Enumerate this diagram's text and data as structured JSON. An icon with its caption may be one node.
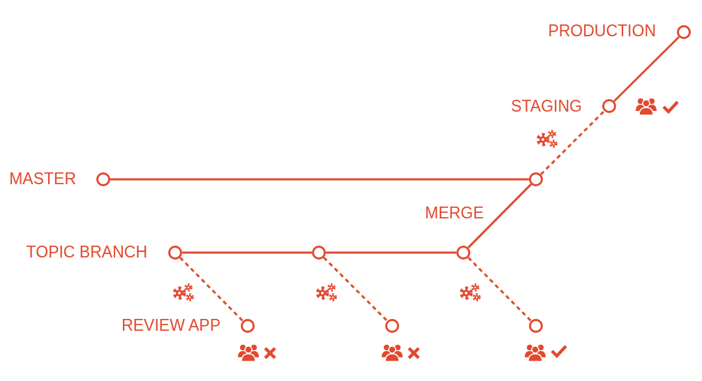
{
  "diagram": {
    "nodes": [
      {
        "text": [],
        "shape": "circle",
        "beside": [
          "PRODUCTION"
        ]
      },
      {
        "text": [],
        "shape": "circle",
        "beside": [
          "STAGING"
        ]
      },
      {
        "text": [],
        "shape": "circle",
        "beside": [
          "MASTER"
        ]
      },
      {
        "text": [],
        "shape": "circle"
      },
      {
        "text": [],
        "shape": "circle",
        "beside": [
          "TOPIC BRANCH"
        ]
      },
      {
        "text": [],
        "shape": "circle"
      },
      {
        "text": [],
        "shape": "circle"
      },
      {
        "text": [],
        "shape": "circle",
        "beside": [
          "REVIEW APP"
        ]
      },
      {
        "text": [],
        "shape": "circle"
      },
      {
        "text": [],
        "shape": "circle"
      }
    ],
    "edges": [
      {
        "from": 2,
        "to": 3,
        "arrow": "none"
      },
      {
        "from": 4,
        "to": 5,
        "arrow": "none"
      },
      {
        "from": 5,
        "to": 6,
        "arrow": "none"
      },
      {
        "from": 6,
        "to": 3,
        "arrow": "none"
      },
      {
        "from": 3,
        "to": 1,
        "arrow": "none",
        "style": "dashed"
      },
      {
        "from": 1,
        "to": 0,
        "arrow": "none"
      },
      {
        "from": 4,
        "to": 7,
        "arrow": "none",
        "style": "dashed"
      },
      {
        "from": 5,
        "to": 8,
        "arrow": "none",
        "style": "dashed"
      },
      {
        "from": 6,
        "to": 9,
        "arrow": "none",
        "style": "dashed"
      }
    ],
    "labels": [
      "MERGE"
    ]
  }
}
